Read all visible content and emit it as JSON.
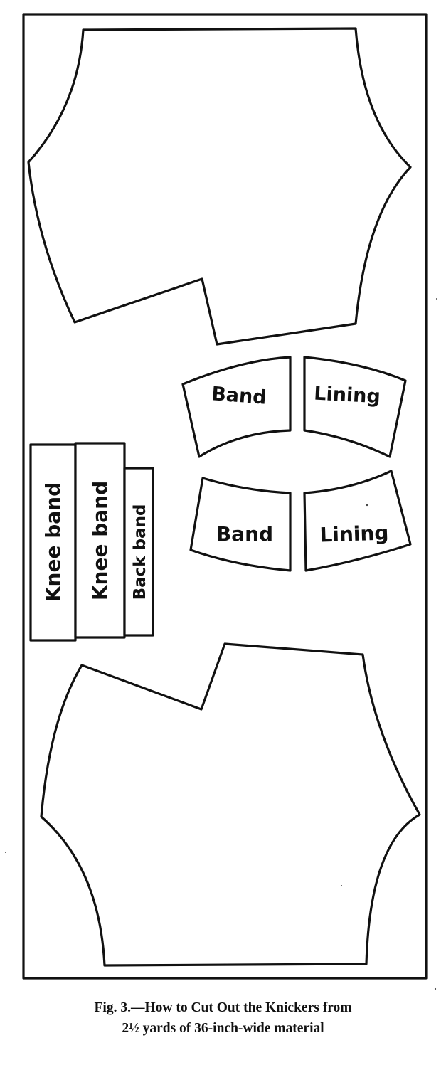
{
  "pieces": {
    "band_upper": "Band",
    "lining_upper": "Lining",
    "band_lower": "Band",
    "lining_lower": "Lining",
    "knee_band_1": "Knee band",
    "knee_band_2": "Knee band",
    "back_band": "Back band"
  },
  "caption": {
    "line1": "Fig. 3.—How to Cut Out the Knickers from",
    "line2": "2½ yards of 36-inch-wide material"
  }
}
